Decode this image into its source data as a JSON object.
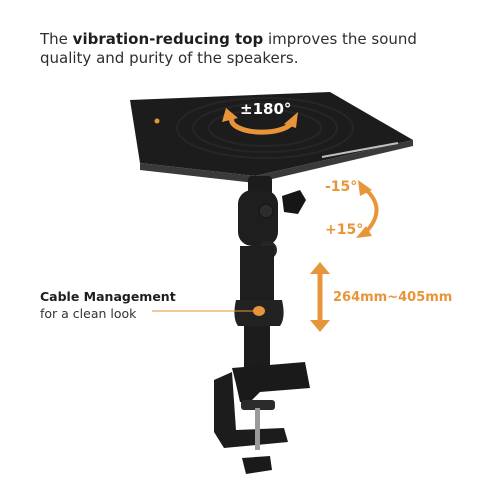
{
  "headline": {
    "bold": "vibration-reducing top",
    "pre": "The ",
    "post": " improves the sound quality and purity of the speakers."
  },
  "cable_management": {
    "title": "Cable Management",
    "subtitle": "for a clean look"
  },
  "callouts": {
    "rotation": "±180°",
    "tilt_negative": "-15°",
    "tilt_positive": "+15°",
    "height_range": "264mm~405mm"
  },
  "colors": {
    "accent": "#e8953a",
    "stand": "#1c1c1c",
    "text": "#2e2e2e"
  }
}
